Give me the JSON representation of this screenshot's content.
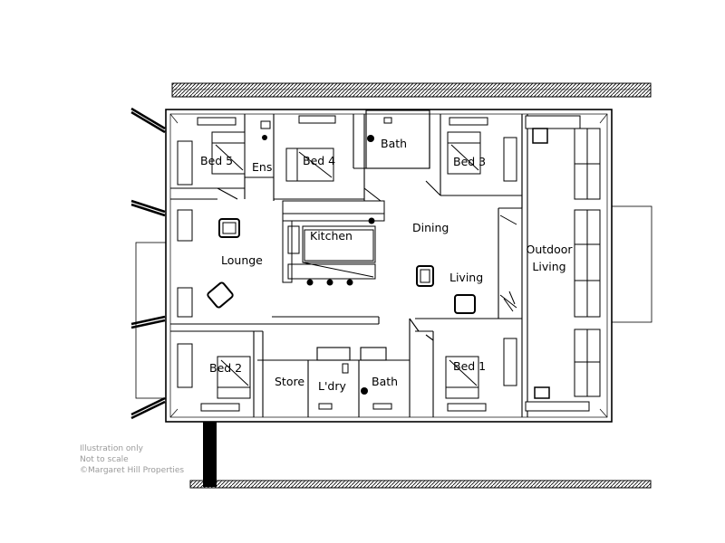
{
  "rooms": {
    "bed5": "Bed 5",
    "ens": "Ens",
    "bed4": "Bed 4",
    "bath_top": "Bath",
    "bed3": "Bed 3",
    "kitchen": "Kitchen",
    "dining": "Dining",
    "lounge": "Lounge",
    "living": "Living",
    "outdoor_1": "Outdoor",
    "outdoor_2": "Living",
    "bed2": "Bed 2",
    "store": "Store",
    "laundry": "L'dry",
    "bath_bottom": "Bath",
    "bed1": "Bed 1"
  },
  "notes": {
    "line1": "Illustration only",
    "line2": "Not to scale",
    "line3": "©Margaret Hill Properties"
  },
  "colors": {
    "line": "#000000",
    "background": "#ffffff",
    "note_text": "#9a9a9a"
  },
  "icons": [
    "bed-icon",
    "armchair-icon",
    "window-icon",
    "toilet-icon",
    "basin-icon"
  ]
}
